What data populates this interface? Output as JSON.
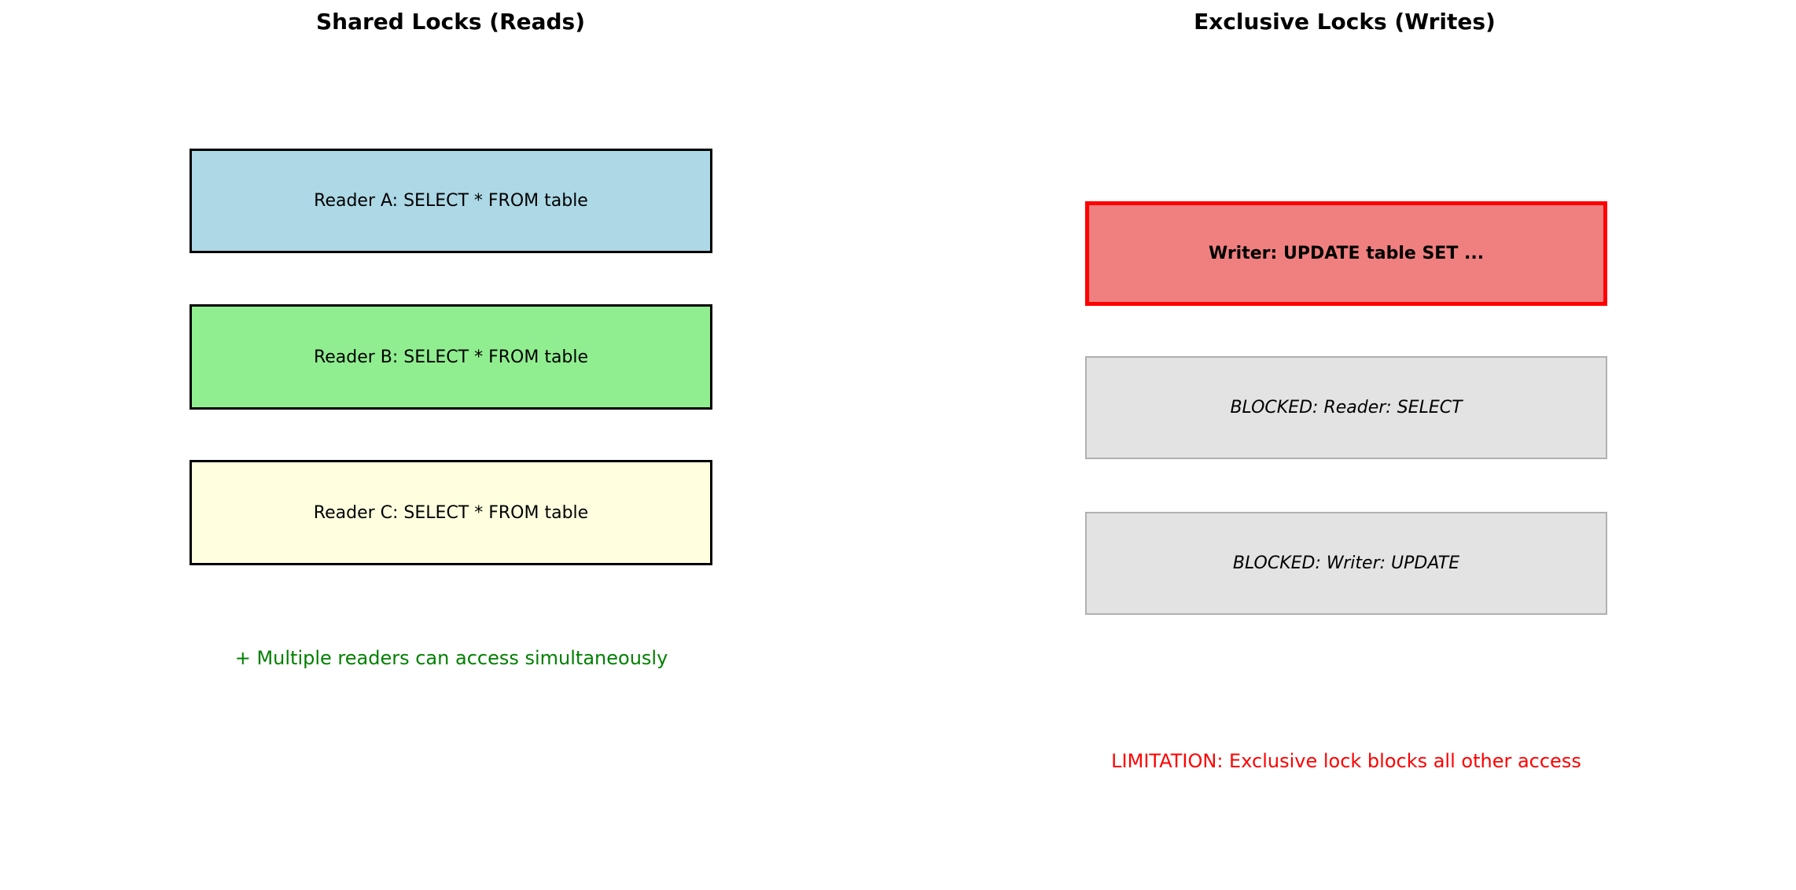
{
  "panels": {
    "shared": {
      "title": "Shared Locks (Reads)",
      "boxes": [
        {
          "label": "Reader A: SELECT * FROM table",
          "fill": "#add8e6",
          "border": "#000000",
          "emphasis": "normal"
        },
        {
          "label": "Reader B: SELECT * FROM table",
          "fill": "#90ee90",
          "border": "#000000",
          "emphasis": "normal"
        },
        {
          "label": "Reader C: SELECT * FROM table",
          "fill": "#ffffe0",
          "border": "#000000",
          "emphasis": "normal"
        }
      ],
      "note": {
        "text": "+ Multiple readers can access simultaneously",
        "color": "#008000"
      }
    },
    "exclusive": {
      "title": "Exclusive Locks (Writes)",
      "boxes": [
        {
          "label": "Writer: UPDATE table SET ...",
          "fill": "#f08080",
          "border": "#ff0000",
          "emphasis": "bold"
        },
        {
          "label": "BLOCKED: Reader: SELECT",
          "fill": "#e3e3e3",
          "border": "#b0b0b0",
          "emphasis": "italic"
        },
        {
          "label": "BLOCKED: Writer: UPDATE",
          "fill": "#e3e3e3",
          "border": "#b0b0b0",
          "emphasis": "italic"
        }
      ],
      "note": {
        "text": "LIMITATION: Exclusive lock blocks all other access",
        "color": "#ff0000"
      }
    },
    "background": "#ffffff"
  }
}
